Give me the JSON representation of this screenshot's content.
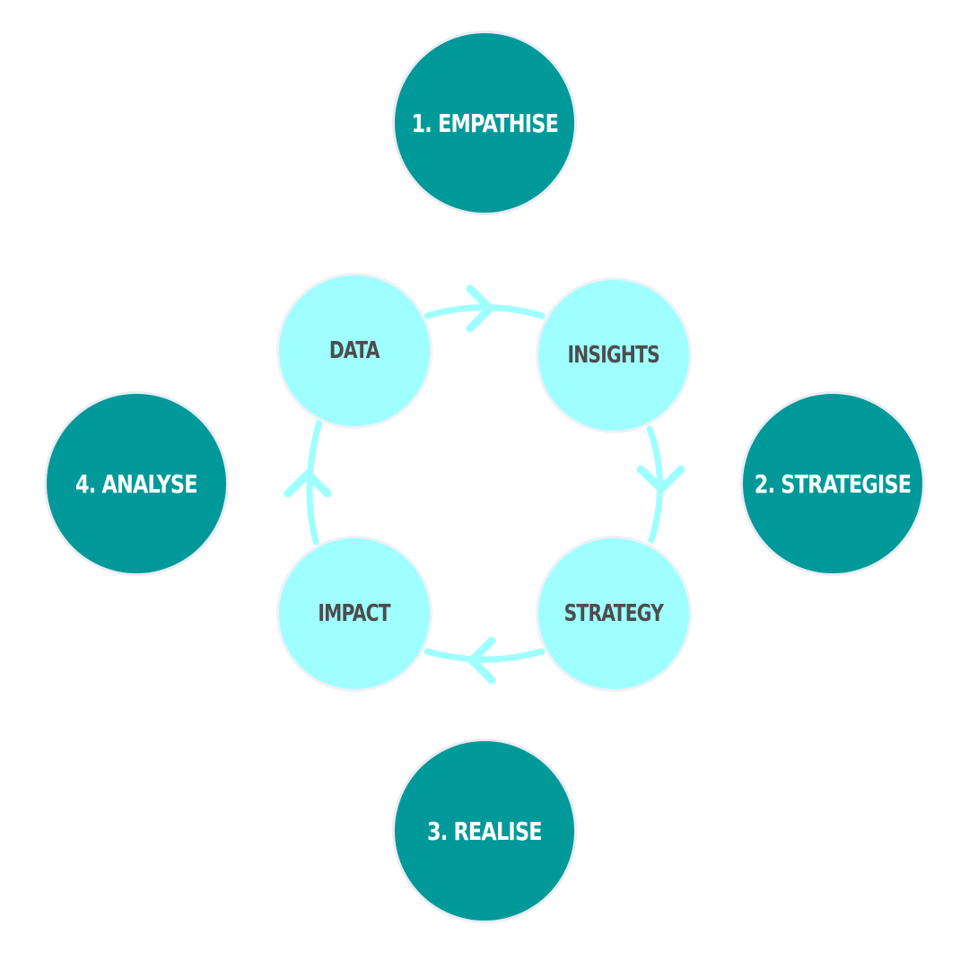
{
  "colors": {
    "outer_fill": "#009999",
    "outer_text": "#ffffff",
    "inner_fill": "#9fffff",
    "inner_text": "#4d4d4d",
    "arrow": "#9fffff"
  },
  "phases": [
    {
      "label": "1. EMPATHISE"
    },
    {
      "label": "2. STRATEGISE"
    },
    {
      "label": "3. REALISE"
    },
    {
      "label": "4. ANALYSE"
    }
  ],
  "cycle": [
    {
      "label": "DATA"
    },
    {
      "label": "INSIGHTS"
    },
    {
      "label": "STRATEGY"
    },
    {
      "label": "IMPACT"
    }
  ]
}
